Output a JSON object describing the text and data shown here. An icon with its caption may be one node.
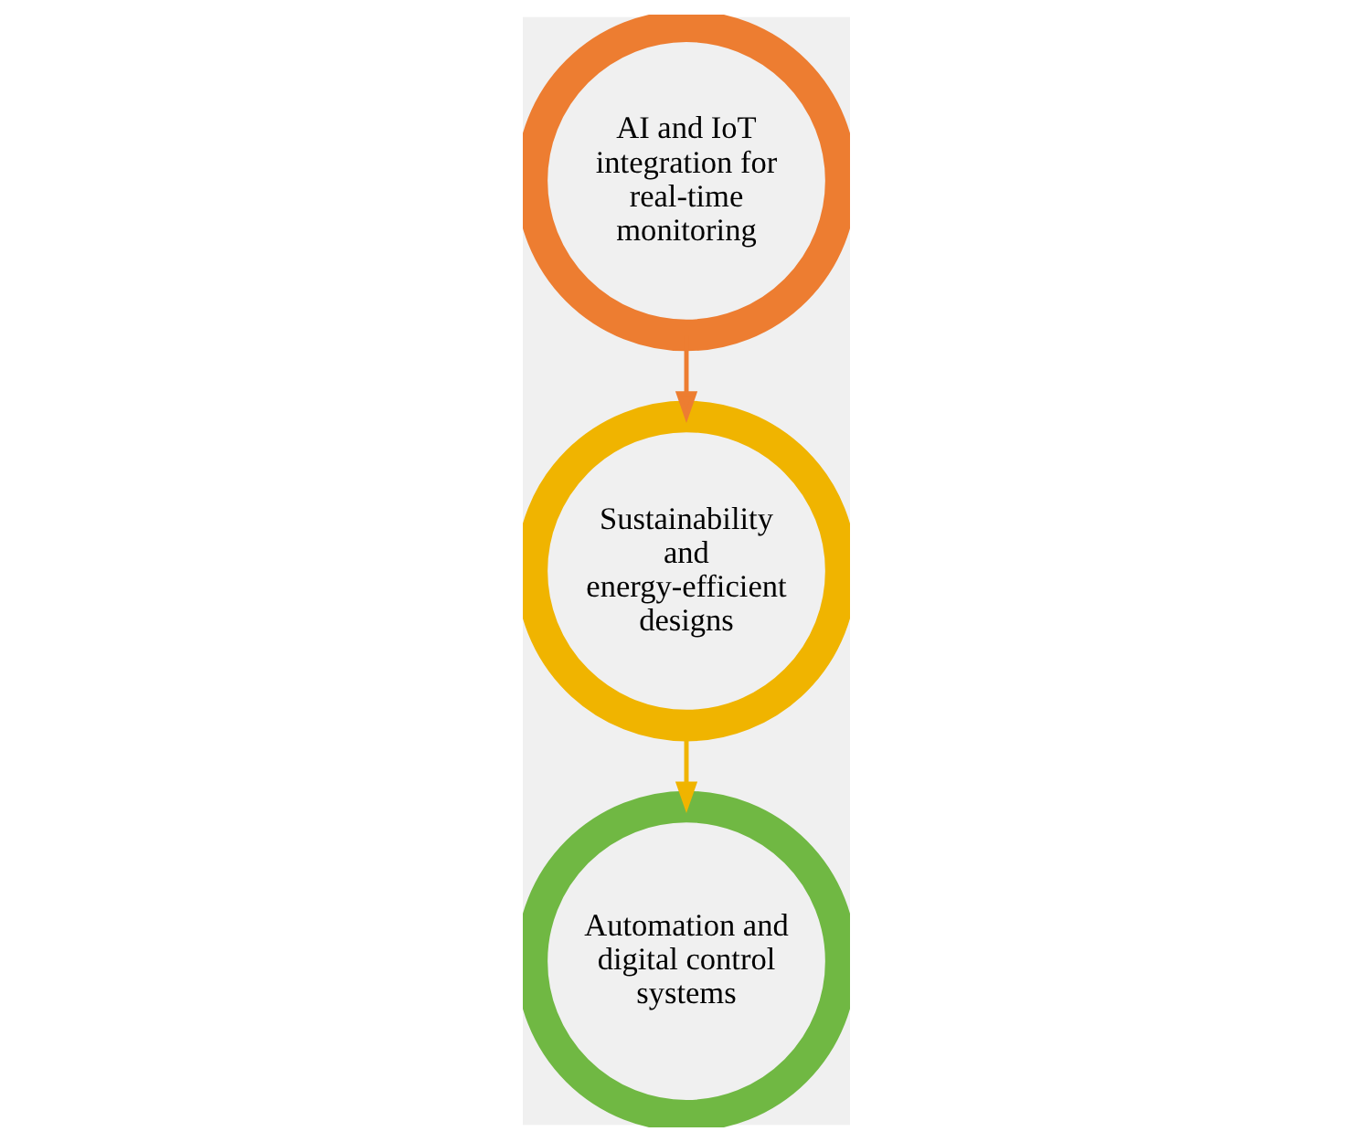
{
  "diagram": {
    "nodes": [
      {
        "text": [
          "AI and IoT integration for real-time monitoring"
        ]
      },
      {
        "text": [
          "Sustainability and energy-efficient designs"
        ]
      },
      {
        "text": [
          "Automation and digital control systems"
        ]
      }
    ],
    "edges": [
      {
        "from": 0,
        "to": 1,
        "arrow": "to",
        "color": "#ed7d31"
      },
      {
        "from": 1,
        "to": 2,
        "arrow": "to",
        "color": "#f0b400"
      }
    ]
  }
}
